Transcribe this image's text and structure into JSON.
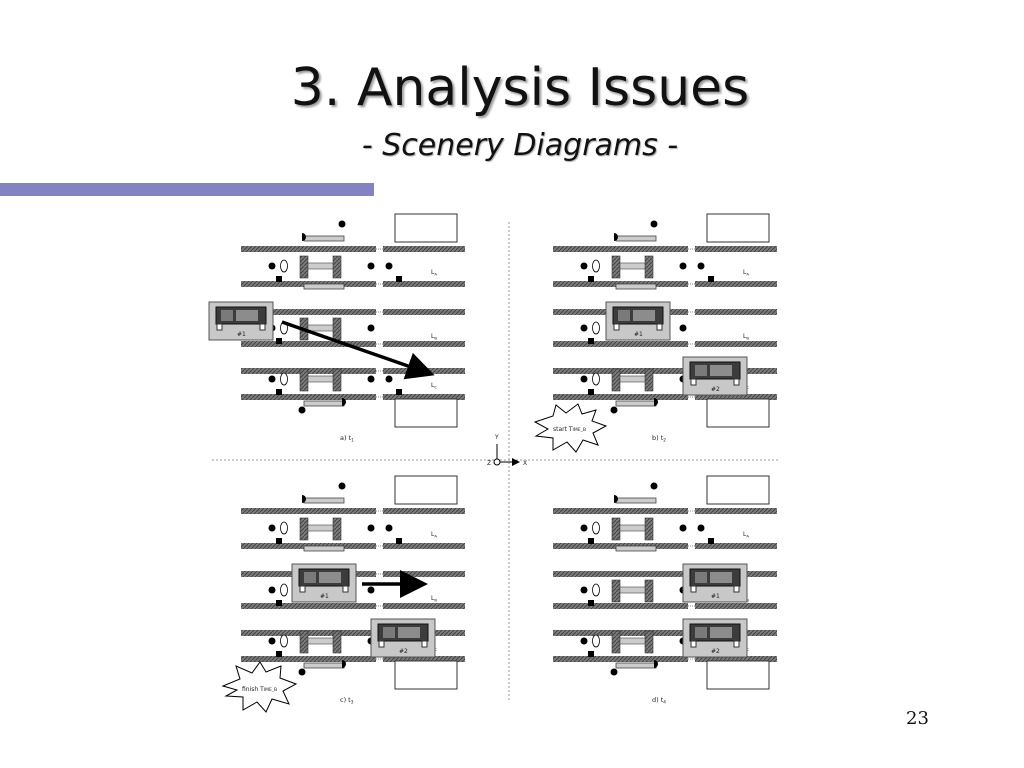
{
  "title": "3. Analysis Issues",
  "subtitle": "- Scenery Diagrams -",
  "page_number": "23",
  "accent_color": "#8282c4",
  "lane_labels": [
    "L",
    "L",
    "L"
  ],
  "lane_subscripts": [
    "A",
    "B",
    "C"
  ],
  "vehicle_labels": [
    "#1",
    "#2"
  ],
  "panels": [
    {
      "label": "a) t",
      "sub": "1"
    },
    {
      "label": "b) t",
      "sub": "2"
    },
    {
      "label": "c) t",
      "sub": "3"
    },
    {
      "label": "d) t",
      "sub": "4"
    }
  ],
  "bursts": {
    "start": "start T",
    "start_rest": "IME_B",
    "finish": "finish T",
    "finish_rest": "IME_B"
  },
  "axes": {
    "y": "Y",
    "z": "Z",
    "x": "X"
  }
}
